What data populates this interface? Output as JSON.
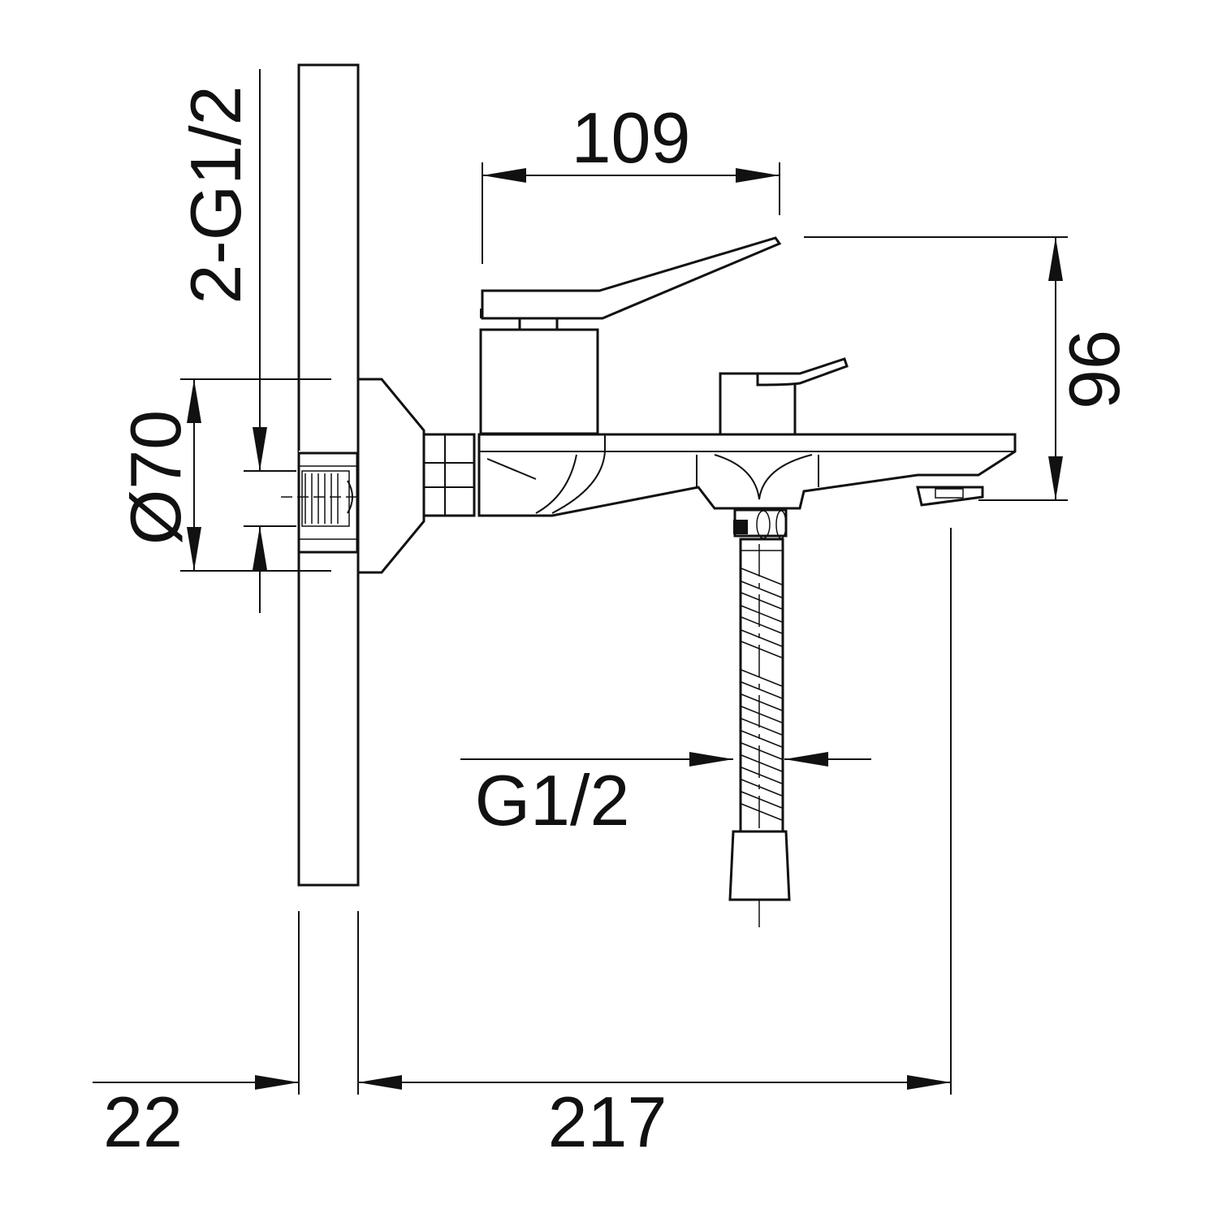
{
  "dimensions": {
    "top_width": "109",
    "height": "96",
    "flange_diameter": "Ø70",
    "inlet_thread": "2-G1/2",
    "hose_thread": "G1/2",
    "wall_depth": "22",
    "projection": "217"
  },
  "colors": {
    "line": "#111111",
    "background": "#ffffff"
  }
}
